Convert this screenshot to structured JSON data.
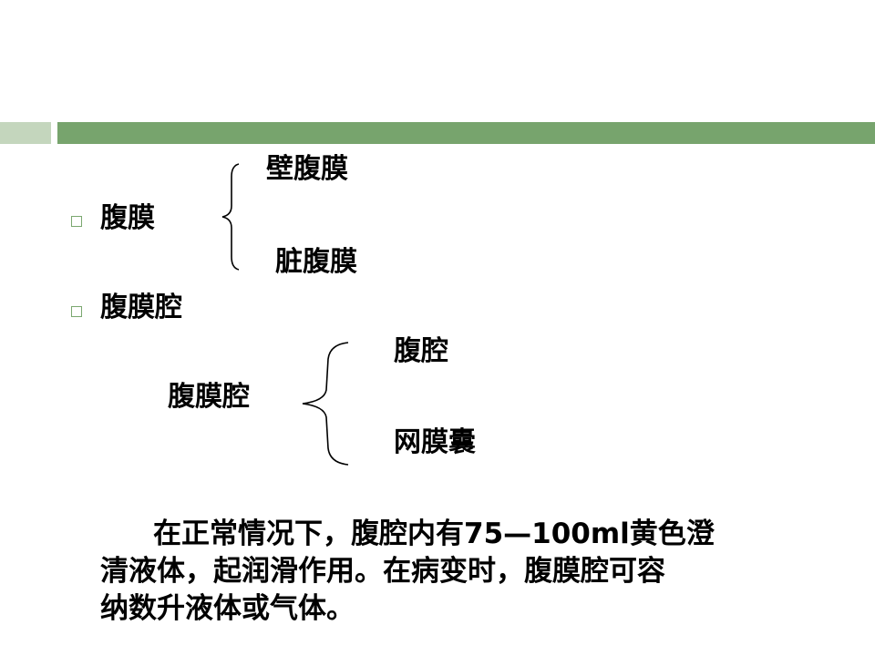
{
  "tree1": {
    "root": "腹膜",
    "upper": "壁腹膜",
    "lower": "脏腹膜"
  },
  "bullet2": "腹膜腔",
  "tree2": {
    "root": "腹膜腔",
    "upper": "腹腔",
    "lower": "网膜囊"
  },
  "paragraph": {
    "line1": "在正常情况下，腹腔内有75—100ml黄色澄",
    "line2": "清液体，起润滑作用。在病变时，腹膜腔可容",
    "line3": "纳数升液体或气体。"
  },
  "colors": {
    "bar_light": "#c4d6bd",
    "bar_dark": "#77a46d",
    "bullet": "#7ba870"
  }
}
